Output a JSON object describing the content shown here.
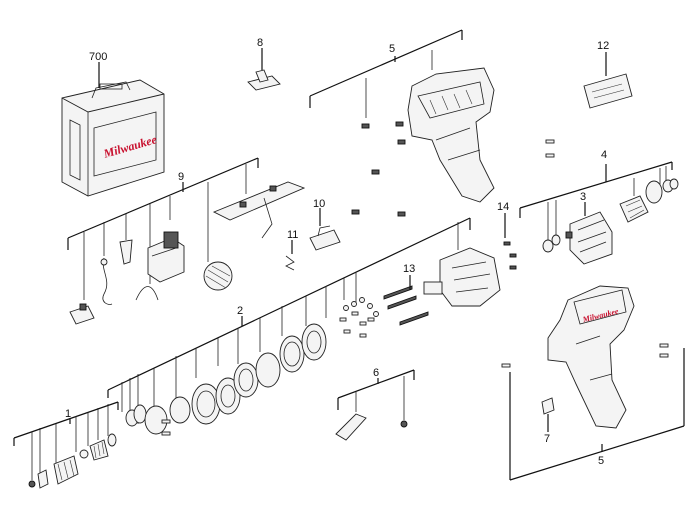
{
  "callouts": {
    "c700": "700",
    "c8": "8",
    "c5_top": "5",
    "c12": "12",
    "c9": "9",
    "c4": "4",
    "c3": "3",
    "c10": "10",
    "c11": "11",
    "c14": "14",
    "c13": "13",
    "c2": "2",
    "c6": "6",
    "c1": "1",
    "c7": "7",
    "c5_bottom": "5"
  },
  "case_logo_text": "Milwaukee"
}
